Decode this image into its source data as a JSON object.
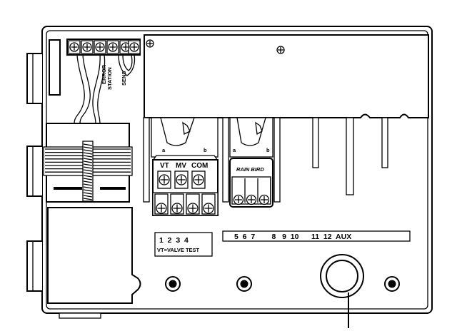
{
  "module_labels": {
    "vt": "VT",
    "mv": "MV",
    "com": "COM"
  },
  "brand_logo": "RAIN BIRD",
  "terminal_labels": {
    "left": "1  2  3  4",
    "valve_test": "VT=VALVE TEST",
    "right": "5  6  7        8   9  10      11  12  AUX"
  },
  "wire_tags": [
    "ERROR",
    "STATION",
    "SENS"
  ],
  "colors": {
    "line": "#000000",
    "module_grey": "#e3e3e3",
    "background": "#ffffff"
  }
}
